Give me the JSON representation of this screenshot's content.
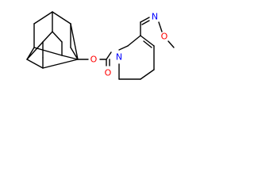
{
  "molecule": {
    "atoms": {
      "ester_o": {
        "symbol": "O",
        "color": "#ff0000"
      },
      "carbonyl_o": {
        "symbol": "O",
        "color": "#ff0000"
      },
      "ring_n": {
        "symbol": "N",
        "color": "#0000ff"
      },
      "oxime_n": {
        "symbol": "N",
        "color": "#0000ff"
      },
      "methoxy_o": {
        "symbol": "O",
        "color": "#ff0000"
      }
    },
    "colors": {
      "bond": "#000000",
      "oxygen": "#ff0000",
      "nitrogen": "#0000ff"
    }
  }
}
